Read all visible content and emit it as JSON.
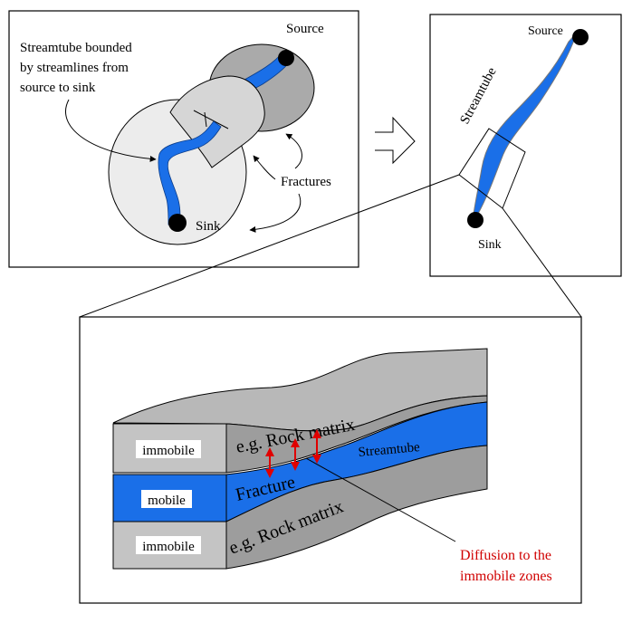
{
  "panel_left": {
    "callout": [
      "Streamtube bounded",
      "by streamlines from",
      "source to sink"
    ],
    "source_label": "Source",
    "sink_label": "Sink",
    "fractures_label": "Fractures"
  },
  "panel_right": {
    "source_label": "Source",
    "sink_label": "Sink",
    "streamtube_label": "Streamtube"
  },
  "panel_bottom": {
    "zone_top": "immobile",
    "zone_middle": "mobile",
    "zone_bottom": "immobile",
    "matrix_top": "e.g. Rock matrix",
    "matrix_bottom": "e.g. Rock matrix",
    "fracture_label": "Fracture",
    "streamtube_label": "Streamtube",
    "diffusion_label": [
      "Diffusion to the",
      "immobile zones"
    ]
  },
  "colors": {
    "streamtube": "#1a6fe8",
    "disk_light": "#ececec",
    "disk_dark": "#aaaaaa",
    "matrix_face": "#9d9d9d",
    "matrix_top": "#b8b8b8",
    "immobile_face": "#c4c4c4",
    "diffusion_arrow": "#e00000",
    "diffusion_text": "#d00000"
  }
}
